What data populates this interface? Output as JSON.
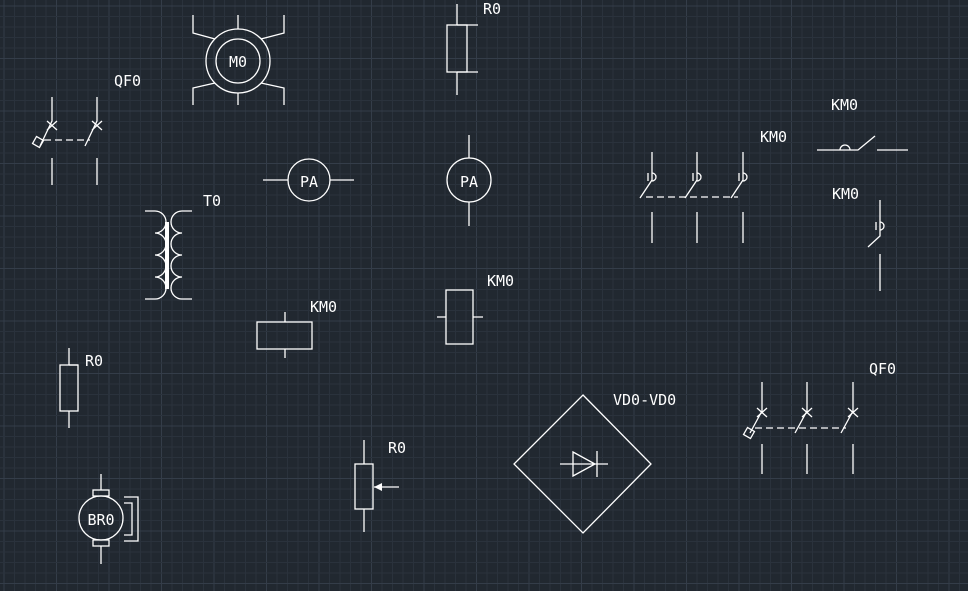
{
  "canvas": {
    "background": "#212830",
    "grid_minor": "#2a323c",
    "grid_major": "#343d49",
    "stroke": "#ffffff"
  },
  "labels": {
    "motor": "M0",
    "qf_manual": "QF0",
    "resistor_top": "R0",
    "ammeter_horizontal": "PA",
    "ammeter_vertical": "PA",
    "km_three_pole": "KM0",
    "km_contact_horizontal": "KM0",
    "km_contact_vertical": "KM0",
    "transformer": "T0",
    "km_coil_horizontal": "KM0",
    "km_coil_vertical": "KM0",
    "resistor_left": "R0",
    "rectifier": "VD0-VD0",
    "qf_three_pole": "QF0",
    "resistor_variable": "R0",
    "dc_machine": "BR0"
  }
}
